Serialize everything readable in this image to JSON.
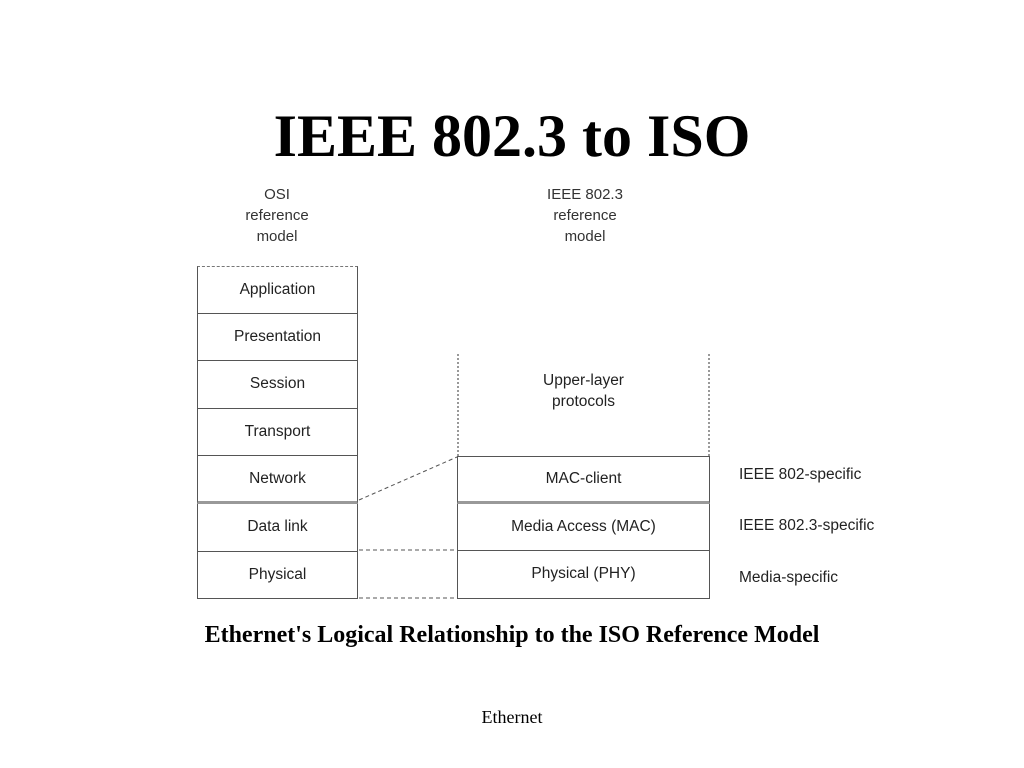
{
  "title": "IEEE 802.3 to ISO",
  "osi_heading": [
    "OSI",
    "reference",
    "model"
  ],
  "ieee_heading": [
    "IEEE 802.3",
    "reference",
    "model"
  ],
  "osi_layers": [
    "Application",
    "Presentation",
    "Session",
    "Transport",
    "Network",
    "Data link",
    "Physical"
  ],
  "ieee_upper": [
    "Upper-layer",
    "protocols"
  ],
  "ieee_layers": [
    "MAC-client",
    "Media Access (MAC)",
    "Physical (PHY)"
  ],
  "side_labels": [
    "IEEE 802-specific",
    "IEEE 802.3-specific",
    "Media-specific"
  ],
  "caption": "Ethernet's Logical Relationship to the ISO Reference Model",
  "footer": "Ethernet"
}
